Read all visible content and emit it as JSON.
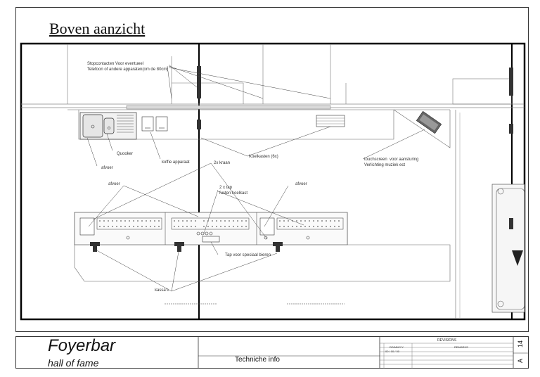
{
  "drawing": {
    "title": "Boven aanzicht",
    "annotations": {
      "outlets": "Stopcontacten Voor eventueel\nTelefoon of andere apparaten(om de 80cm)",
      "quooker": "Quooker",
      "afvoer_sink": "afvoer",
      "coffee": "koffie apparaat",
      "fridges": "Koelkasten (6x)",
      "touchscreen": "touchscreen  voor aansturing\nVerlichting muziek ect",
      "taps_2x_kraan": "2x kraan",
      "afvoer_left": "afvoer",
      "taps_2x_tap": "2 x tap\nfusten koelkast",
      "afvoer_right": "afvoer",
      "special_beer": "Tap voor speciaal bieren",
      "registers": "kassa's"
    }
  },
  "title_block": {
    "project": "Foyerbar",
    "subtitle": "hall of fame",
    "info": "Techniche info",
    "revisions_title": "REVISIONS",
    "revisions_date_header": "DD/MM/YY",
    "revisions_remarks_header": "REMARKS",
    "revisions_row1": "00 / 00 / 00",
    "sheet_number": "14",
    "sheet_revision": "A"
  }
}
